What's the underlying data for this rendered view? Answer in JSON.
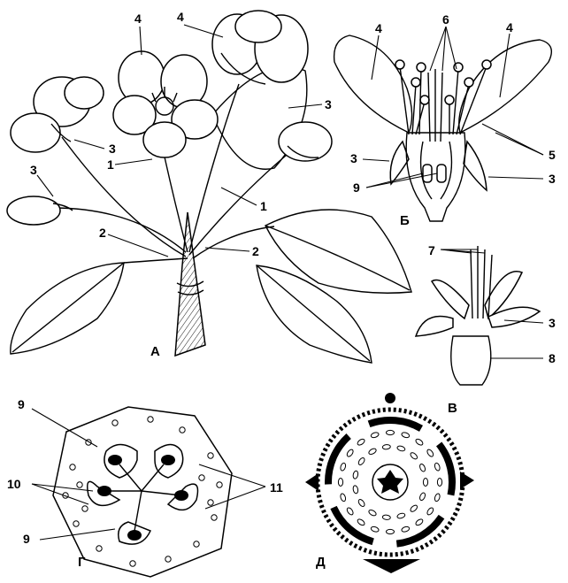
{
  "figure": {
    "panels": {
      "a": {
        "letter": "А"
      },
      "b": {
        "letter": "Б"
      },
      "v": {
        "letter": "В"
      },
      "g": {
        "letter": "Г"
      },
      "d": {
        "letter": "Д"
      }
    },
    "labels": {
      "a_4_left": "4",
      "a_4_right": "4",
      "a_3_upper_right": "3",
      "a_3_left_mid": "3",
      "a_3_left_low": "3",
      "a_1_left": "1",
      "a_1_right": "1",
      "a_2_left": "2",
      "a_2_right": "2",
      "b_4_left": "4",
      "b_6": "6",
      "b_4_right": "4",
      "b_3_left": "3",
      "b_5": "5",
      "b_9": "9",
      "b_3_right": "3",
      "v_7": "7",
      "v_3": "3",
      "v_8": "8",
      "g_9_top": "9",
      "g_10": "10",
      "g_11": "11",
      "g_9_bottom": "9"
    }
  }
}
